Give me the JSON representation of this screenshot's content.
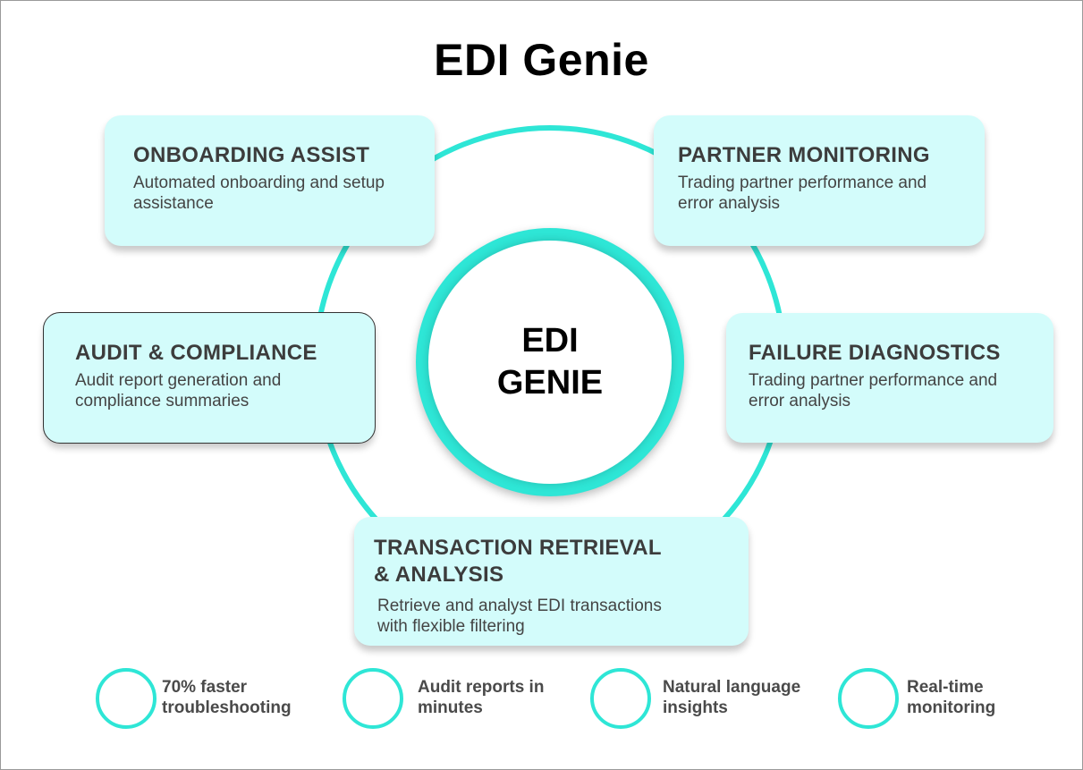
{
  "page": {
    "title": "EDI Genie"
  },
  "hub": {
    "label": "EDI GENIE"
  },
  "cards": {
    "onboarding": {
      "title": "ONBOARDING ASSIST",
      "desc": "Automated onboarding and setup assistance"
    },
    "partner": {
      "title": "PARTNER MONITORING",
      "desc": "Trading partner performance and error analysis"
    },
    "audit": {
      "title": "AUDIT & COMPLIANCE",
      "desc": "Audit report generation and compliance summaries"
    },
    "failure": {
      "title": "FAILURE DIAGNOSTICS",
      "desc": "Trading partner performance and error analysis"
    },
    "transaction": {
      "title": "TRANSACTION RETRIEVAL & ANALYSIS",
      "desc": "Retrieve and analyst EDI transactions with flexible filtering"
    }
  },
  "benefits": [
    {
      "text": "70% faster troubleshooting",
      "icon": "circle-ring-icon"
    },
    {
      "text": "Audit reports in minutes",
      "icon": "circle-ring-icon"
    },
    {
      "text": "Natural language insights",
      "icon": "circle-ring-icon"
    },
    {
      "text": "Real-time monitoring",
      "icon": "circle-ring-icon"
    }
  ],
  "colors": {
    "accent": "#2ee6d6",
    "card_bg": "#d3fcfb",
    "title_text": "#3c3c3c",
    "heading": "#000000"
  }
}
